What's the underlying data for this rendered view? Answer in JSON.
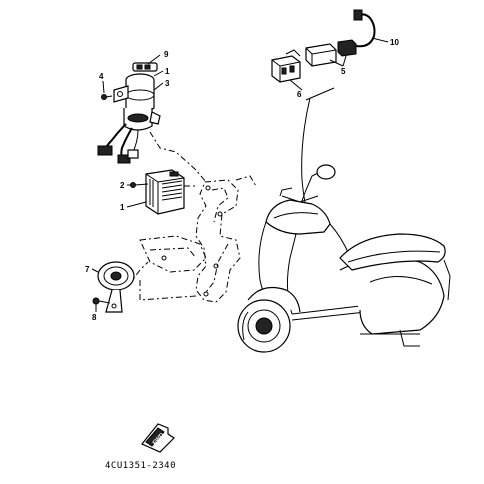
{
  "diagram": {
    "callouts": {
      "c1": "1",
      "c2": "2",
      "c3": "3",
      "c4": "4",
      "c5": "5",
      "c6": "6",
      "c7": "7",
      "c8": "8",
      "c9": "9",
      "c10": "10",
      "c1b": "1"
    },
    "reference_code": "4CU1351-2340",
    "fwd_label": "FWD"
  }
}
